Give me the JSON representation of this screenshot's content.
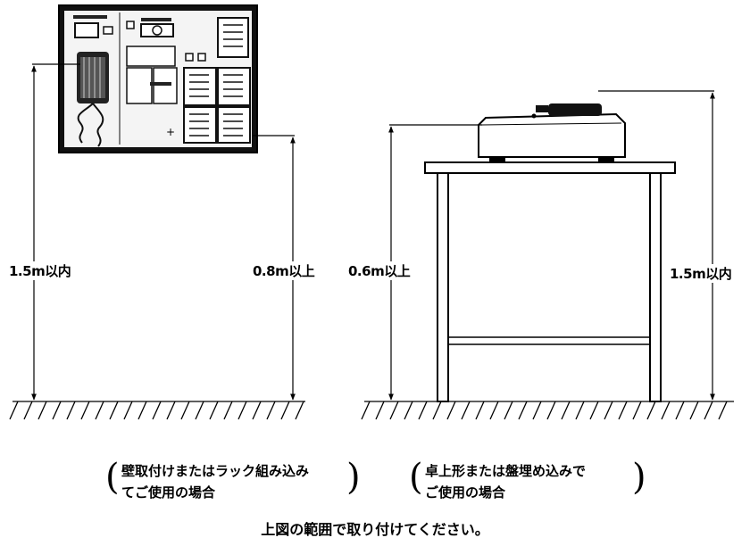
{
  "dimensions": {
    "left_panel_height": "1.5m以内",
    "left_panel_bottom": "0.8m以上",
    "desk_height": "0.6m以上",
    "desk_unit_height": "1.5m以内"
  },
  "captions": {
    "wall_mount": {
      "line1": "壁取付けまたはラック組み込み",
      "line2": "てご使用の場合"
    },
    "desktop": {
      "line1": "卓上形または盤埋め込みで",
      "line2": "ご使用の場合"
    }
  },
  "footer": "上図の範囲で取り付けてください。"
}
